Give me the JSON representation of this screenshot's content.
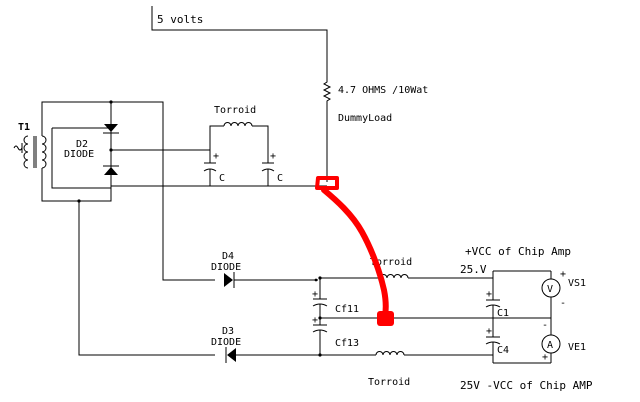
{
  "supply": {
    "label": "5  volts"
  },
  "load": {
    "resistor": "4.7 OHMS /10Wat",
    "name": "DummyLoad"
  },
  "transformer": {
    "label": "T1"
  },
  "diodes": {
    "d2": {
      "ref": "D2",
      "type": "DIODE"
    },
    "d4": {
      "ref": "D4",
      "type": "DIODE"
    },
    "d3": {
      "ref": "D3",
      "type": "DIODE"
    }
  },
  "inductors": {
    "top": "Torroid",
    "mid": "Torroid",
    "bottom": "Torroid"
  },
  "capacitors": {
    "c_left": "C",
    "c_right": "C",
    "cf11": "Cf11",
    "cf13": "Cf13",
    "c1": "C1",
    "c4": "C4"
  },
  "rails": {
    "pos_title": "+VCC of Chip Amp",
    "pos_value": "25.V",
    "neg_title": "25V -VCC of Chip AMP"
  },
  "sources": {
    "vs1": {
      "ref": "VS1",
      "symbol": "V"
    },
    "ve1": {
      "ref": "VE1",
      "symbol": "A"
    }
  },
  "annotation": {
    "color": "#ff0000"
  }
}
